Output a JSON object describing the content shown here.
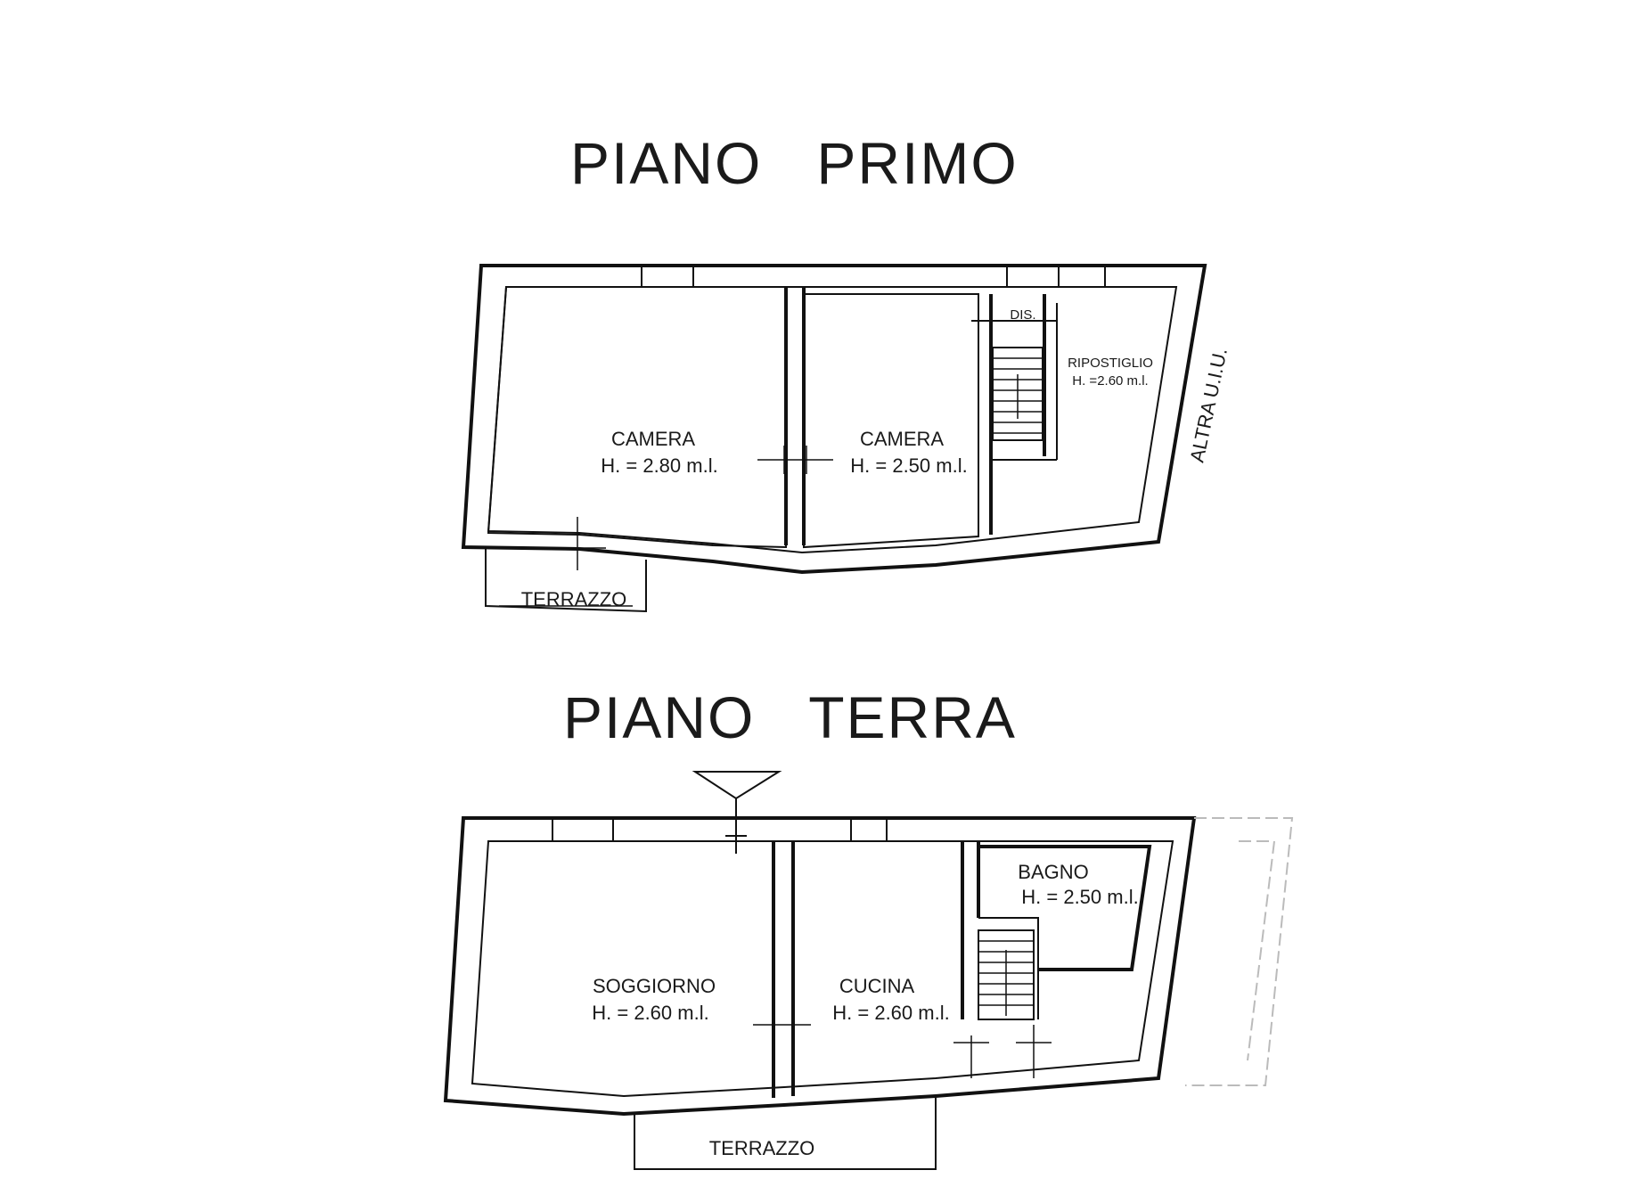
{
  "plans": {
    "first_floor": {
      "title": "PIANO   PRIMO",
      "rooms": [
        {
          "name": "CAMERA",
          "height": "H. = 2.80 m.l."
        },
        {
          "name": "CAMERA",
          "height": "H. = 2.50 m.l."
        },
        {
          "name": "DIS.",
          "height": ""
        },
        {
          "name": "RIPOSTIGLIO",
          "height": "H. =2.60 m.l."
        }
      ],
      "terrace": "TERRAZZO",
      "adjacent_label": "ALTRA U.I.U."
    },
    "ground_floor": {
      "title": "PIANO   TERRA",
      "rooms": [
        {
          "name": "SOGGIORNO",
          "height": "H. = 2.60 m.l."
        },
        {
          "name": "CUCINA",
          "height": "H. = 2.60 m.l."
        },
        {
          "name": "BAGNO",
          "height": "H. = 2.50 m.l."
        }
      ],
      "terrace": "TERRAZZO"
    }
  }
}
